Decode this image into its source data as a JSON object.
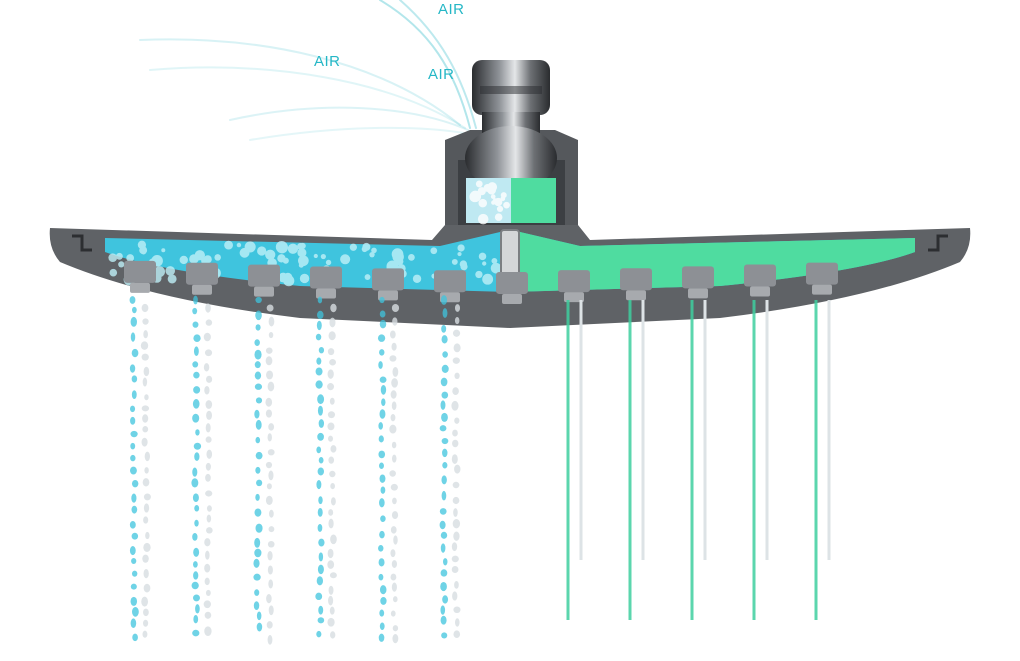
{
  "air_labels": [
    "AIR",
    "AIR",
    "AIR"
  ],
  "colors": {
    "air": "#25b7c6",
    "aerated_water": "#3fc4de",
    "laminar_water": "#4fdca0",
    "laminar_stream": "#3fcf9f",
    "housing": "#5f6266",
    "chrome": "#3a3d41",
    "nozzle": "#8d9095"
  },
  "icons": {
    "air_flow": "air-flow-curves-icon",
    "connector": "ball-joint-connector-icon",
    "shower_head": "shower-head-cross-section-icon"
  }
}
